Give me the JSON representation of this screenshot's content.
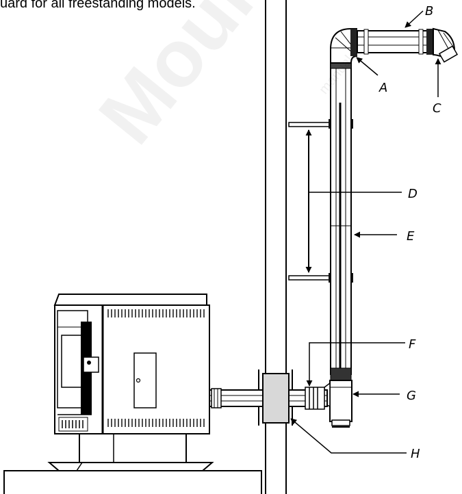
{
  "caption": "uard for all freestanding models.",
  "watermark": {
    "large": "Mountain",
    "small": "manuals"
  },
  "labels": {
    "a": "A",
    "b": "B",
    "c": "C",
    "d": "D",
    "e": "E",
    "f": "F",
    "g": "G",
    "h": "H"
  }
}
